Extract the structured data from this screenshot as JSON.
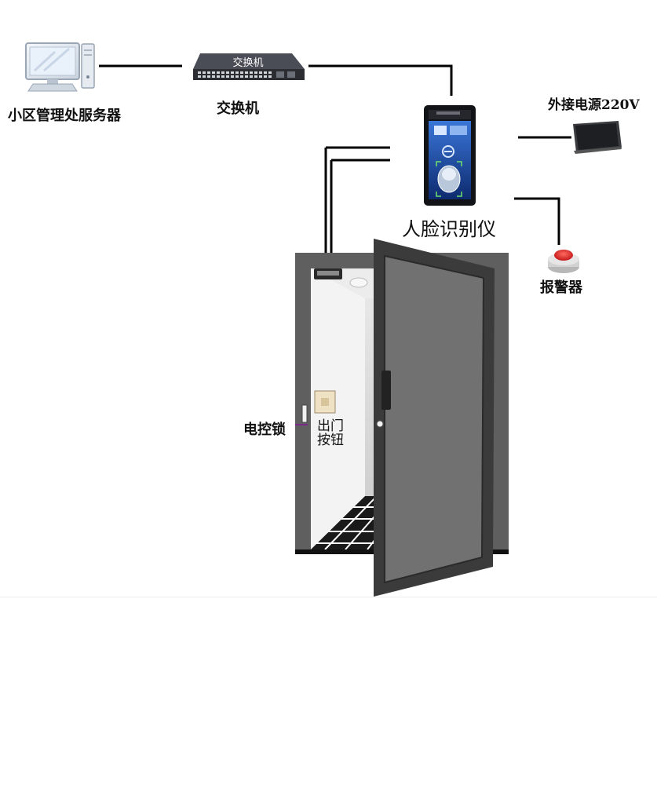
{
  "labels": {
    "server": "小区管理处服务器",
    "switch": "交换机",
    "switch_device_text": "交换机",
    "power": "外接电源220V",
    "face_device": "人脸识别仪",
    "alarm": "报警器",
    "lock": "电控锁",
    "exit_button_line1": "出门",
    "exit_button_line2": "按钮"
  },
  "colors": {
    "wire": "#000000",
    "frame": "#5f5f5f",
    "room_wall": "#c8c8c8",
    "door_frame": "#3a3a3a",
    "alarm_red": "#e0302a",
    "screen_blue": "#1c4fa8"
  },
  "icons": {
    "server": "desktop-computer-icon",
    "switch": "network-switch-icon",
    "face_device": "face-recognition-terminal-icon",
    "power": "power-adapter-icon",
    "alarm": "alarm-button-icon",
    "lock": "electric-lock-icon",
    "exit_button": "exit-button-icon"
  }
}
